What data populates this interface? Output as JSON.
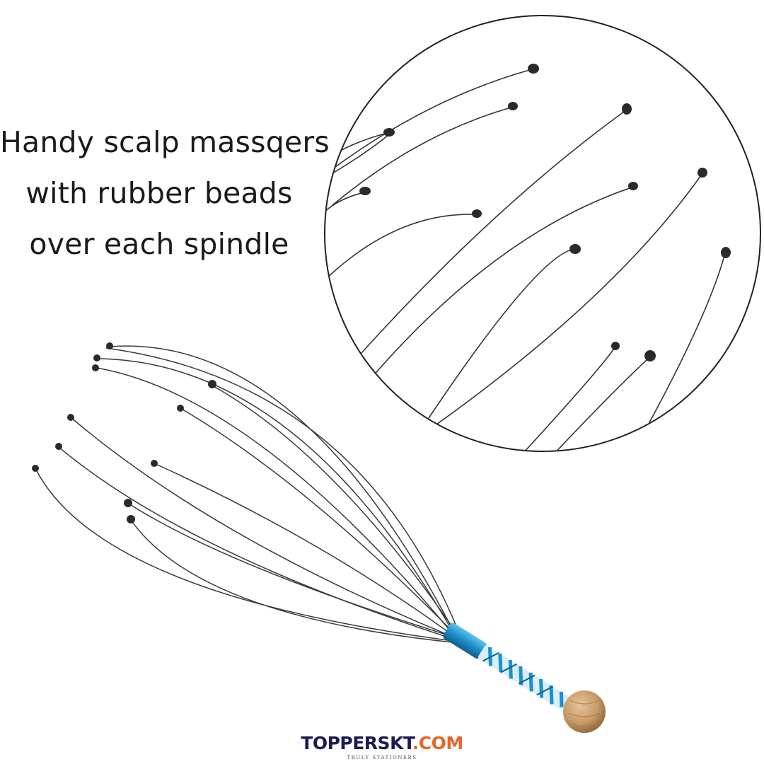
{
  "caption": {
    "line1": "Handy scalp massqers",
    "line2": "with rubber beads",
    "line3": "over each spindle"
  },
  "logo": {
    "brand_left": "TOPPERSK",
    "brand_mid": "T",
    "brand_suffix": ".COM",
    "tagline": "TRULY STATIONERS",
    "brand_color": "#1b1b54",
    "accent_color": "#e3672a"
  },
  "product": {
    "handle_color": "#1e90c8",
    "knob_color": "#c79a66",
    "wire_color": "#3a3a3a"
  }
}
